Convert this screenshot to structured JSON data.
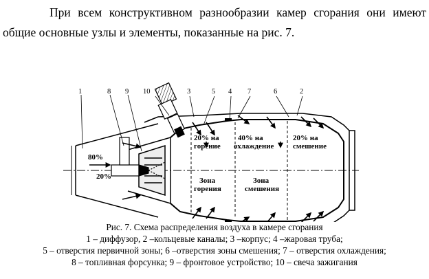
{
  "paragraph": {
    "line1": "При всем конструктивном разнообразии камер сгорания они имеют",
    "line2": "общие основные узлы и элементы, показанные на рис. 7."
  },
  "figure": {
    "callouts": [
      "1",
      "8",
      "9",
      "10",
      "3",
      "5",
      "4",
      "7",
      "6",
      "2"
    ],
    "flow_labels": {
      "pct80": "80%",
      "pct20": "20%",
      "primary": [
        "20% на",
        "горение"
      ],
      "cooling": [
        "40% на",
        "охлаждение"
      ],
      "mixing": [
        "20% на",
        "смешение"
      ]
    },
    "zone_labels": {
      "combustion": [
        "Зона",
        "горения"
      ],
      "mixing": [
        "Зона",
        "смешения"
      ]
    }
  },
  "caption": {
    "title": "Рис. 7.  Схема распределения воздуха в камере сгорания",
    "line1": "1 – диффузор, 2 –кольцевые каналы; 3 –корпус;  4 –жаровая труба;",
    "line2": "5 – отверстия первичной зоны; 6 –отверстия зоны смешения; 7 – отверстия охлаждения;",
    "line3": "8 – топливная форсунка; 9 – фронтовое устройство; 10 – свеча зажигания"
  }
}
